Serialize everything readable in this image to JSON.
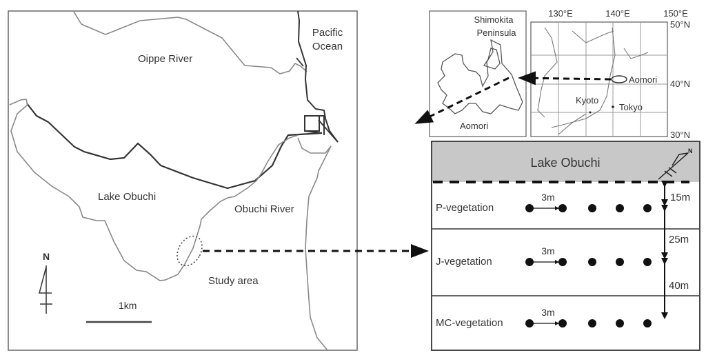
{
  "main_map": {
    "labels": {
      "oippe_river": "Oippe River",
      "pacific_ocean_line1": "Pacific",
      "pacific_ocean_line2": "Ocean",
      "lake_obuchi": "Lake Obuchi",
      "obuchi_river": "Obuchi River",
      "study_area": "Study area",
      "north": "N",
      "scale": "1km"
    }
  },
  "aomori_inset": {
    "peninsula_line1": "Shimokita",
    "peninsula_line2": "Peninsula",
    "prefecture": "Aomori"
  },
  "japan_inset": {
    "lon_ticks": [
      "130°E",
      "140°E",
      "150°E"
    ],
    "lat_ticks": [
      "50°N",
      "40°N",
      "30°N"
    ],
    "cities": {
      "aomori": "Aomori",
      "kyoto": "Kyoto",
      "tokyo": "Tokyo"
    }
  },
  "transect": {
    "lake_label": "Lake Obuchi",
    "zones": [
      {
        "name": "P-vegetation",
        "spacing": "3m"
      },
      {
        "name": "J-vegetation",
        "spacing": "3m"
      },
      {
        "name": "MC-vegetation",
        "spacing": "3m"
      }
    ],
    "distances": [
      "15m",
      "25m",
      "40m"
    ],
    "colors": {
      "lake_fill": "#c8c8c8"
    }
  }
}
